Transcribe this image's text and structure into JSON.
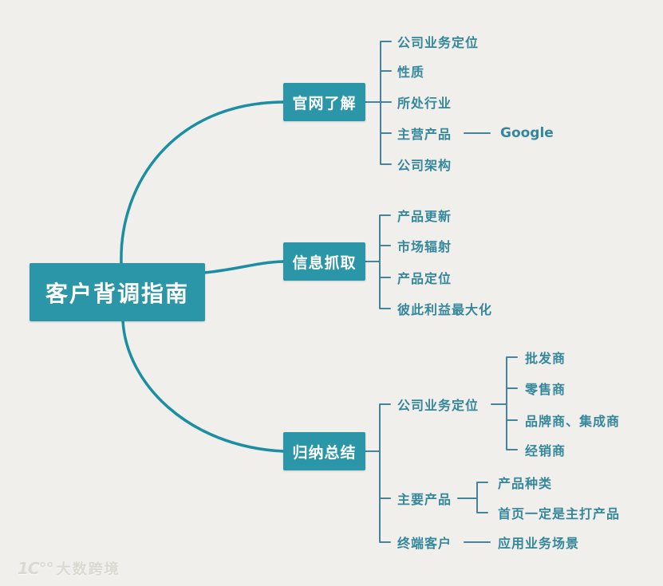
{
  "colors": {
    "background": "#f0efeb",
    "node_fill": "#2a96a7",
    "node_text": "#ffffff",
    "curve_stroke": "#1b8fa1",
    "bracket_stroke": "#44839c",
    "leaf_text": "#35879c",
    "watermark_text": "#dbd9d1"
  },
  "root": {
    "label": "客户背调指南"
  },
  "branches": [
    {
      "label": "官网了解",
      "children": [
        {
          "label": "公司业务定位"
        },
        {
          "label": "性质"
        },
        {
          "label": "所处行业"
        },
        {
          "label": "主营产品",
          "children": [
            {
              "label": "Google"
            }
          ]
        },
        {
          "label": "公司架构"
        }
      ]
    },
    {
      "label": "信息抓取",
      "children": [
        {
          "label": "产品更新"
        },
        {
          "label": "市场辐射"
        },
        {
          "label": "产品定位"
        },
        {
          "label": "彼此利益最大化"
        }
      ]
    },
    {
      "label": "归纳总结",
      "children": [
        {
          "label": "公司业务定位",
          "children": [
            {
              "label": "批发商"
            },
            {
              "label": "零售商"
            },
            {
              "label": "品牌商、集成商"
            },
            {
              "label": "经销商"
            }
          ]
        },
        {
          "label": "主要产品",
          "children": [
            {
              "label": "产品种类"
            },
            {
              "label": "首页一定是主打产品"
            }
          ]
        },
        {
          "label": "终端客户",
          "children": [
            {
              "label": "应用业务场景"
            }
          ]
        }
      ]
    }
  ],
  "watermark": {
    "logo": "1C°°",
    "brand": "大数跨境"
  }
}
